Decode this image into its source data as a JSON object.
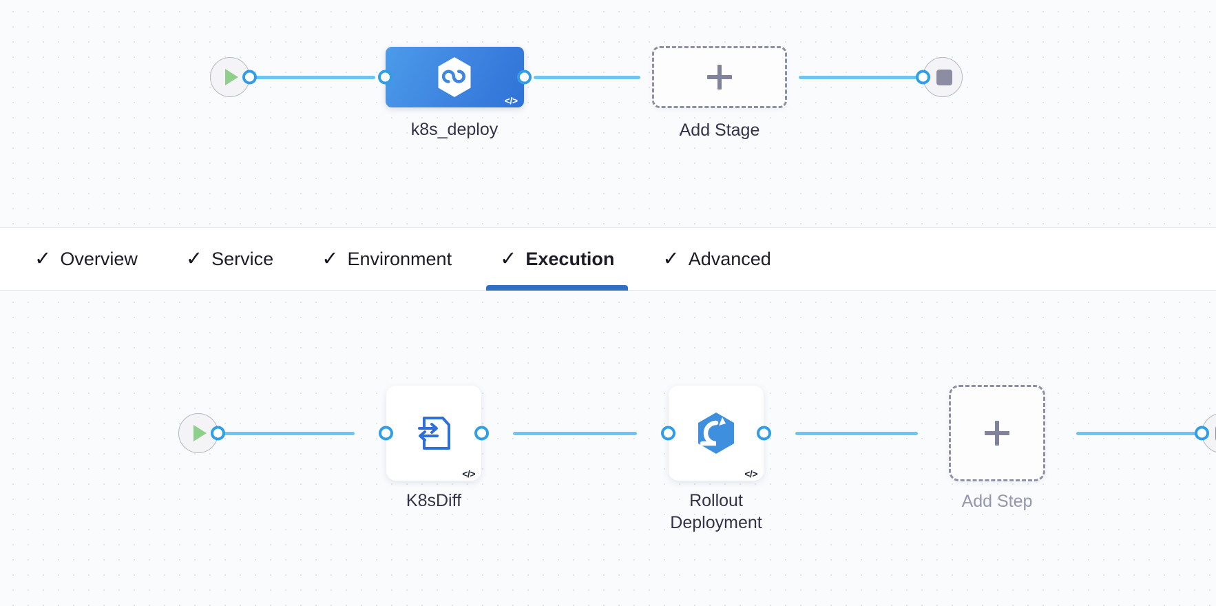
{
  "theme": {
    "canvas_bg": "#fafbfd",
    "grid_dot": "#dfe2ea",
    "edge_blue": "#6fc5f2",
    "dot_ring_blue": "#2f9ee6",
    "stage_gradient_from": "#4c9bea",
    "stage_gradient_to": "#2f72d8",
    "active_tab_underline": "#2f6fc4",
    "play_green": "#8ed08b",
    "stop_gray": "#8c8ca3",
    "dashed_border": "#8d8fa6",
    "label_color": "#32334a",
    "muted_label_color": "#9496ad"
  },
  "stage_pipeline": {
    "start_node": {
      "name": "Start",
      "icon": "play-icon"
    },
    "nodes": [
      {
        "id": "k8s_deploy",
        "label": "k8s_deploy",
        "icon": "harness-cd-hexagon-icon",
        "type": "stage",
        "selected": true,
        "code_badge": "</>"
      },
      {
        "id": "add_stage",
        "label": "Add Stage",
        "icon": "plus-icon",
        "type": "add"
      }
    ],
    "end_node": {
      "name": "End",
      "icon": "stop-icon"
    }
  },
  "tabs": {
    "items": [
      {
        "label": "Overview",
        "check": "✓",
        "active": false
      },
      {
        "label": "Service",
        "check": "✓",
        "active": false
      },
      {
        "label": "Environment",
        "check": "✓",
        "active": false
      },
      {
        "label": "Execution",
        "check": "✓",
        "active": true
      },
      {
        "label": "Advanced",
        "check": "✓",
        "active": false
      }
    ]
  },
  "execution_pipeline": {
    "start_node": {
      "name": "Start",
      "icon": "play-icon"
    },
    "nodes": [
      {
        "id": "k8s_diff",
        "label": "K8sDiff",
        "icon": "k8s-diff-document-icon",
        "type": "step",
        "code_badge": "</>"
      },
      {
        "id": "rollout_deployment",
        "label": "Rollout\nDeployment",
        "icon": "rollout-deployment-hexagon-icon",
        "type": "step",
        "code_badge": "</>"
      },
      {
        "id": "add_step",
        "label": "Add Step",
        "icon": "plus-icon",
        "type": "add"
      }
    ],
    "end_node": {
      "name": "End",
      "icon": "stop-icon"
    }
  }
}
